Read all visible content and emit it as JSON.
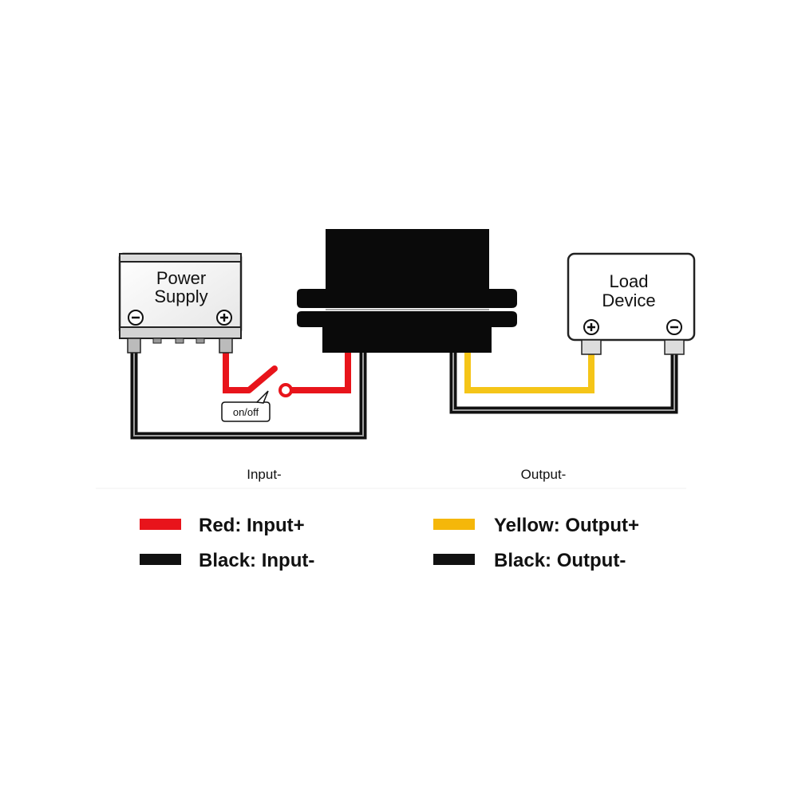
{
  "power_supply": {
    "title_line1": "Power",
    "title_line2": "Supply",
    "negative_symbol": "−",
    "positive_symbol": "+"
  },
  "load_device": {
    "title_line1": "Load",
    "title_line2": "Device",
    "positive_symbol": "+",
    "negative_symbol": "−"
  },
  "switch": {
    "label": "on/off"
  },
  "sections": {
    "input": "Input-",
    "output": "Output-"
  },
  "legend": [
    {
      "text": "Red: Input+",
      "color": "#e8141b"
    },
    {
      "text": "Black: Input-",
      "color": "#111111"
    },
    {
      "text": "Yellow: Output+",
      "color": "#f5b70a"
    },
    {
      "text": "Black: Output-",
      "color": "#111111"
    }
  ],
  "colors": {
    "red_wire": "#e8141b",
    "yellow_wire": "#f5c518",
    "black_wire": "#111111",
    "module_body": "#0a0a0a"
  }
}
